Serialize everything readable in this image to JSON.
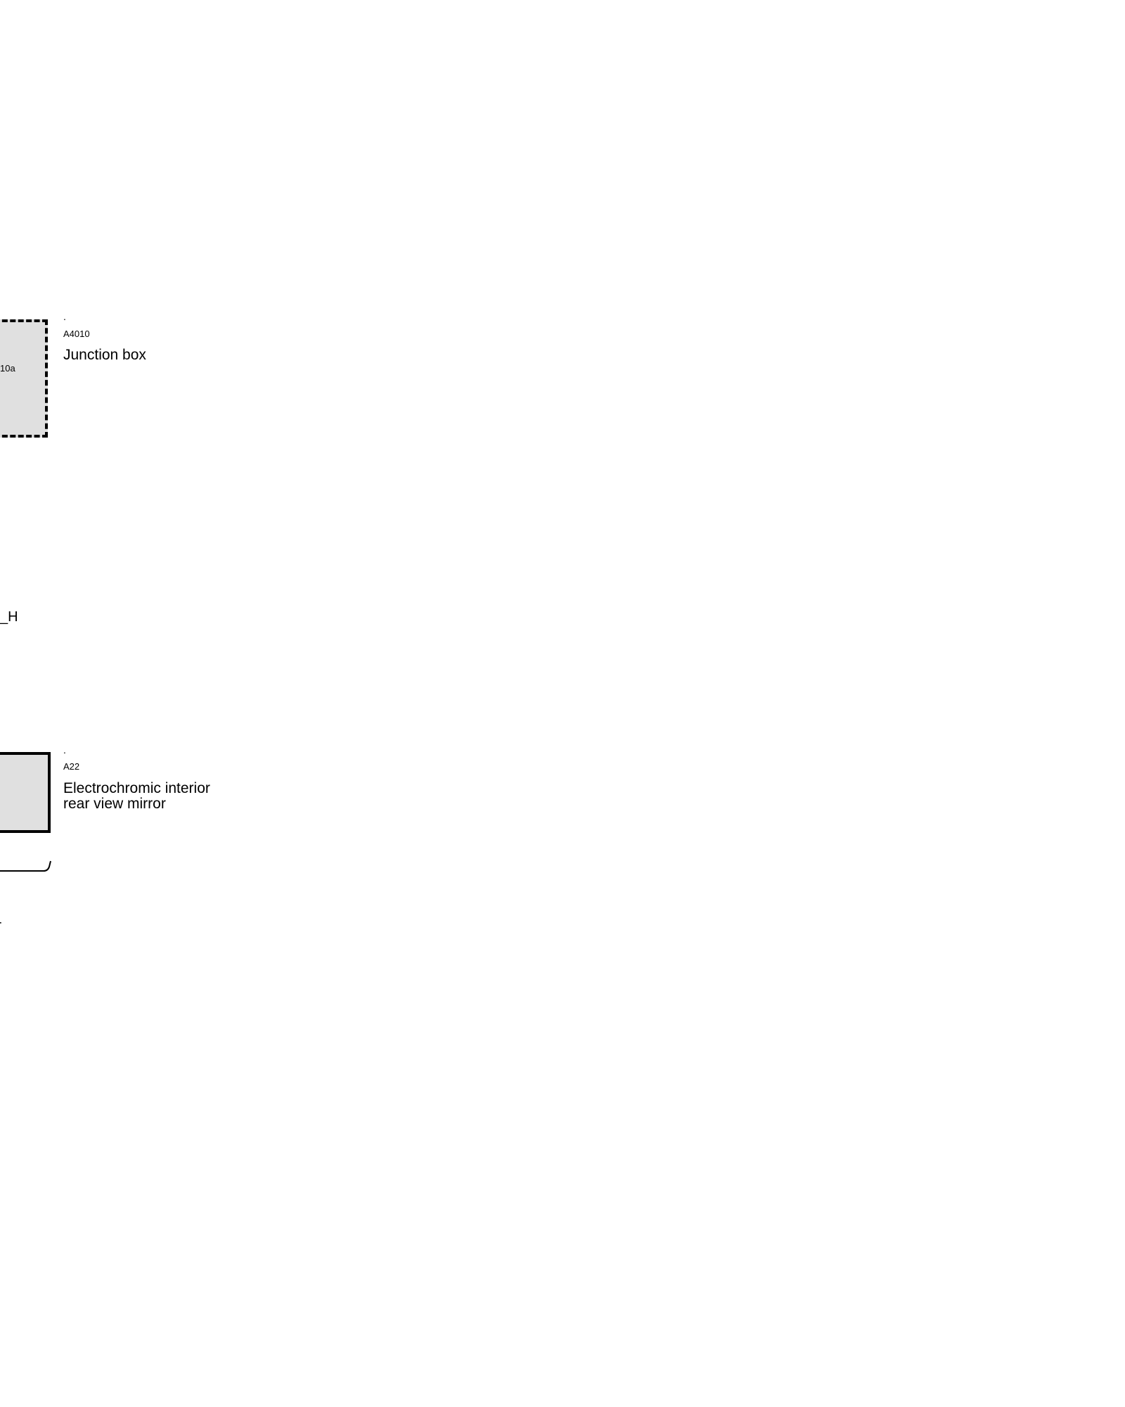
{
  "junction_box": {
    "dot": ".",
    "code": "A4010",
    "name": "Junction box",
    "pin_label": "10a"
  },
  "signal_label": "_H",
  "mirror": {
    "dot": ".",
    "code": "A22",
    "name_line1": "Electrochromic interior",
    "name_line2": "rear view mirror"
  },
  "bottom_label": "-",
  "colors": {
    "box_fill": "#e0e0e0",
    "line": "#000000",
    "background": "#ffffff"
  }
}
